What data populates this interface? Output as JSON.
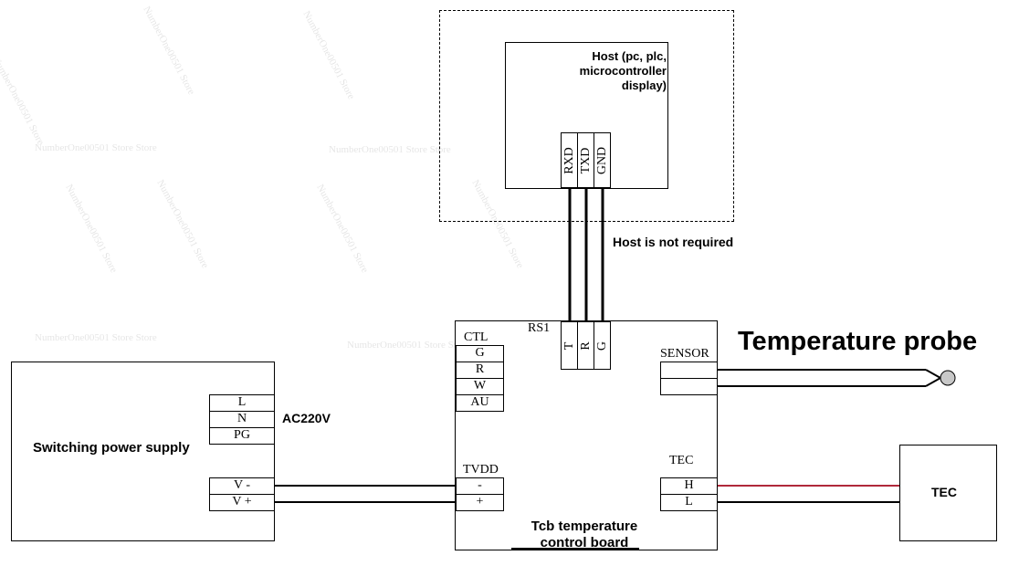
{
  "host": {
    "title_lines": [
      "Host (pc, plc,",
      "microcontroller",
      "display)"
    ],
    "pins": [
      "RXD",
      "TXD",
      "GND"
    ],
    "note": "Host is not required"
  },
  "rs1": {
    "label": "RS1",
    "pins": [
      "T",
      "R",
      "G"
    ]
  },
  "board": {
    "ctl_label": "CTL",
    "ctl_pins": [
      "G",
      "R",
      "W",
      "AU"
    ],
    "sensor_label": "SENSOR",
    "tvdd_label": "TVDD",
    "tvdd_pins": [
      "-",
      "+"
    ],
    "tec_label": "TEC",
    "tec_pins": [
      "H",
      "L"
    ],
    "title_lines": [
      "Tcb temperature",
      "control board"
    ]
  },
  "power_supply": {
    "title": "Switching power supply",
    "input_pins": [
      "L",
      "N",
      "PG"
    ],
    "input_label": "AC220V",
    "output_pins": [
      "V -",
      "V +"
    ]
  },
  "probe": {
    "title": "Temperature probe"
  },
  "tec_device": {
    "title": "TEC"
  },
  "watermark": {
    "text": "NumberOne00501 Store Store",
    "text_short": "NumberOne00501 Store"
  },
  "colors": {
    "tec_h_wire": "#b0283a",
    "wire": "#000000",
    "probe_bulb": "#c8c8c8"
  }
}
